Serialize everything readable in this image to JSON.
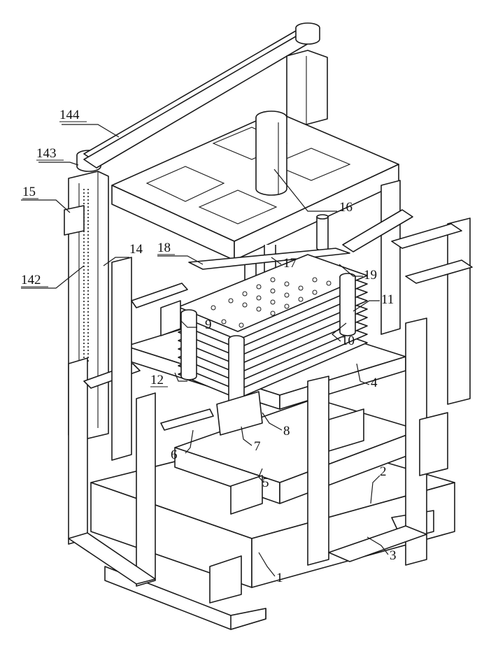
{
  "labels": [
    {
      "key": "l144",
      "text": "144"
    },
    {
      "key": "l143",
      "text": "143"
    },
    {
      "key": "l15",
      "text": "15"
    },
    {
      "key": "l142",
      "text": "142"
    },
    {
      "key": "l14",
      "text": "14"
    },
    {
      "key": "l18",
      "text": "18"
    },
    {
      "key": "l16",
      "text": "16"
    },
    {
      "key": "l17",
      "text": "17"
    },
    {
      "key": "l19",
      "text": "19"
    },
    {
      "key": "l11",
      "text": "11"
    },
    {
      "key": "l9",
      "text": "9"
    },
    {
      "key": "l10",
      "text": "10"
    },
    {
      "key": "l12",
      "text": "12"
    },
    {
      "key": "l4",
      "text": "4"
    },
    {
      "key": "l8",
      "text": "8"
    },
    {
      "key": "l7",
      "text": "7"
    },
    {
      "key": "l6",
      "text": "6"
    },
    {
      "key": "l5",
      "text": "5"
    },
    {
      "key": "l2",
      "text": "2"
    },
    {
      "key": "l3",
      "text": "3"
    },
    {
      "key": "l1",
      "text": "1"
    }
  ]
}
